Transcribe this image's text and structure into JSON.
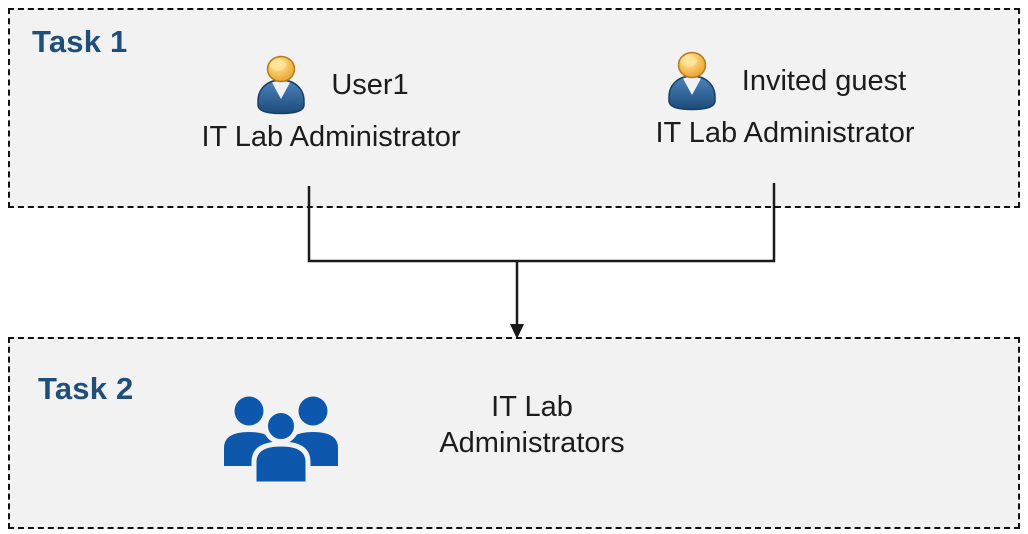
{
  "task1": {
    "label": "Task 1",
    "personas": [
      {
        "name": "User1",
        "role": "IT Lab Administrator"
      },
      {
        "name": "Invited guest",
        "role": "IT Lab Administrator"
      }
    ]
  },
  "task2": {
    "label": "Task 2",
    "group_name_line1": "IT Lab",
    "group_name_line2": "Administrators"
  },
  "icons": {
    "persona": "person-icon",
    "group": "people-group-icon",
    "connector": "merge-arrow-down-icon"
  },
  "colors": {
    "box_fill": "#f2f2f2",
    "box_border": "#111111",
    "task_label": "#1f4e79",
    "body_text": "#1c1c1c",
    "group_icon_blue": "#0d57ac",
    "person_head_gold": "#e89a28",
    "person_body_blue": "#2e6398",
    "connector_line": "#1a1a1a"
  }
}
